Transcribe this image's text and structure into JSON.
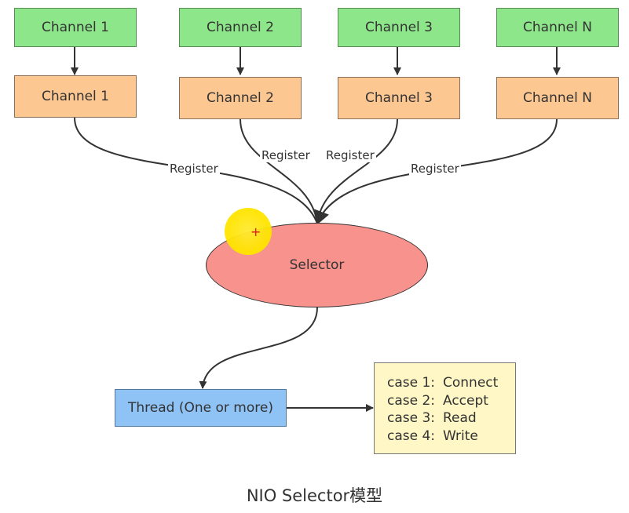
{
  "channels_top": [
    {
      "label": "Channel 1"
    },
    {
      "label": "Channel 2"
    },
    {
      "label": "Channel 3"
    },
    {
      "label": "Channel N"
    }
  ],
  "channels_bottom": [
    {
      "label": "Channel 1"
    },
    {
      "label": "Channel 2"
    },
    {
      "label": "Channel 3"
    },
    {
      "label": "Channel N"
    }
  ],
  "register_label": "Register",
  "selector_label": "Selector",
  "thread_label": "Thread (One or more)",
  "cases": [
    {
      "key": "case 1:",
      "value": "Connect"
    },
    {
      "key": "case 2:",
      "value": "Accept"
    },
    {
      "key": "case 3:",
      "value": "Read"
    },
    {
      "key": "case 4:",
      "value": "Write"
    }
  ],
  "caption": "NIO Selector模型",
  "colors": {
    "channel_top": "#8ee68a",
    "channel_bottom": "#fdc792",
    "selector": "#f8928c",
    "thread": "#8fc3f5",
    "cases_box": "#fff7c6",
    "cursor_highlight": "#ffe400"
  }
}
